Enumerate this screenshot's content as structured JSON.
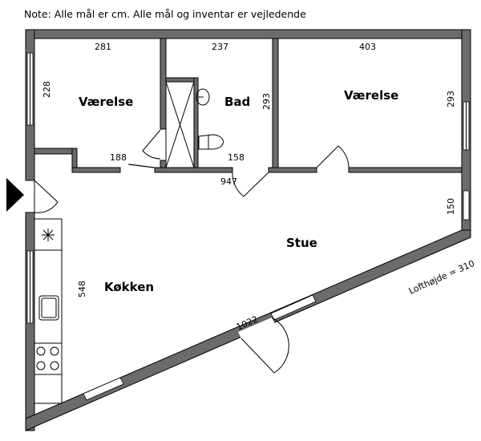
{
  "note": "Note: Alle mål er cm. Alle mål og inventar er vejledende",
  "rooms": {
    "bedroom_left": "Værelse",
    "bath": "Bad",
    "bedroom_right": "Værelse",
    "living": "Stue",
    "kitchen": "Køkken"
  },
  "dimensions": {
    "bedroom_left_width": "281",
    "bedroom_left_height": "228",
    "bedroom_left_bottom": "188",
    "bath_width": "237",
    "bath_height": "293",
    "bath_bottom": "158",
    "bedroom_right_width": "403",
    "bedroom_right_height": "293",
    "hall": "947",
    "right_wall": "150",
    "kitchen_length": "548",
    "diagonal": "1022"
  },
  "ceiling_height": "Lofthøjde = 310",
  "colors": {
    "wall": "#6b6b6b",
    "entrance_marker": "#000000"
  }
}
